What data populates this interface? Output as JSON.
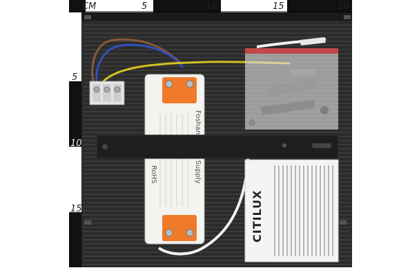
{
  "ruler_top": {
    "unit": "CM",
    "marks": [
      "5",
      "10",
      "15",
      "20"
    ]
  },
  "ruler_left": {
    "marks": [
      "5",
      "10",
      "15"
    ]
  },
  "power_supply": {
    "label_main": "Foshan-Power Supply",
    "label_rohs": "RoHS"
  },
  "instruction_sheet": {
    "brand": "CITILUX"
  },
  "colors": {
    "board": "#2b2b2b",
    "orange_cap": "#f07a2a",
    "bracket": "#1e1e1e",
    "wire_yellow": "#d8c020",
    "wire_blue": "#3050c0",
    "wire_brown": "#8a5a3a"
  }
}
